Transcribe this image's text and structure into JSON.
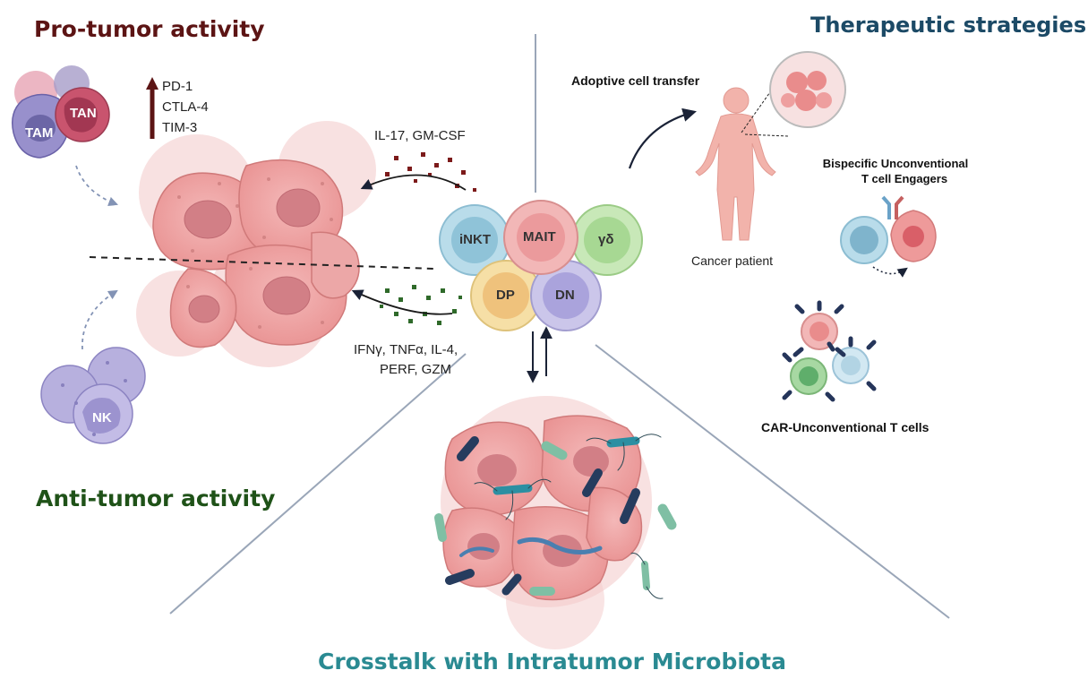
{
  "sections": {
    "pro_tumor": "Pro-tumor activity",
    "anti_tumor": "Anti-tumor activity",
    "therapeutic": "Therapeutic strategies",
    "crosstalk": "Crosstalk with Intratumor Microbiota"
  },
  "pro_tumor_cells": {
    "tam": "TAM",
    "tan": "TAN"
  },
  "checkpoints": [
    "PD-1",
    "CTLA-4",
    "TIM-3"
  ],
  "nk_cell": "NK",
  "cytokines": {
    "pro": "IL-17, GM-CSF",
    "anti_line1": "IFNγ, TNFα, IL-4,",
    "anti_line2": "PERF, GZM"
  },
  "unconventional_cells": {
    "inkt": "iNKT",
    "mait": "MAIT",
    "gd": "γδ",
    "dp": "DP",
    "dn": "DN"
  },
  "therapies": {
    "adoptive": "Adoptive cell transfer",
    "patient": "Cancer patient",
    "bispecific_line1": "Bispecific Unconventional",
    "bispecific_line2": "T cell Engagers",
    "car": "CAR-Unconventional T cells"
  },
  "colors": {
    "pro_red": "#5c1414",
    "anti_green": "#1f5218",
    "therapy_blue": "#1c4a66",
    "crosstalk_teal": "#2a8a92",
    "tumor_pink": "#eea0a0"
  },
  "icons": [
    "tumor-cluster-icon",
    "tam-cell-icon",
    "tan-cell-icon",
    "nk-cell-icon",
    "human-body-icon",
    "bacteria-icon",
    "antibody-icon",
    "car-t-cell-icon"
  ]
}
